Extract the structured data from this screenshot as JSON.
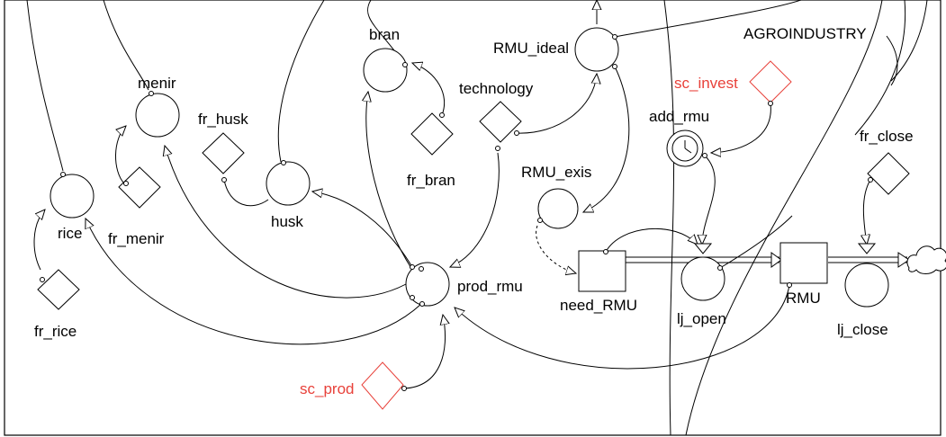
{
  "diagram": {
    "title": "AGROINDUSTRY",
    "colors": {
      "line": "#000000",
      "constant_red": "#e8413a",
      "background": "#ffffff"
    },
    "nodes": {
      "rice": "rice",
      "fr_rice": "fr_rice",
      "menir": "menir",
      "fr_menir": "fr_menir",
      "fr_husk": "fr_husk",
      "husk": "husk",
      "bran": "bran",
      "fr_bran": "fr_bran",
      "RMU_ideal": "RMU_ideal",
      "technology": "technology",
      "sc_invest": "sc_invest",
      "add_rmu": "add_rmu",
      "RMU_exis": "RMU_exis",
      "fr_close": "fr_close",
      "prod_rmu": "prod_rmu",
      "need_RMU": "need_RMU",
      "lj_open": "lj_open",
      "RMU": "RMU",
      "lj_close": "lj_close",
      "sc_prod": "sc_prod"
    }
  }
}
